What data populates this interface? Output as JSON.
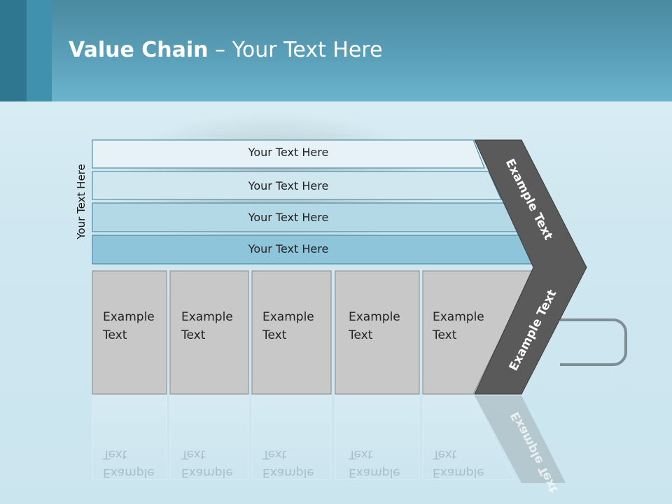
{
  "header": {
    "title_bold": "Value Chain",
    "title_rest": " – Your Text Here"
  },
  "side_label": "Your Text Here",
  "support_rows": [
    "Your Text Here",
    "Your Text Here",
    "Your Text Here",
    "Your Text Here"
  ],
  "primary_boxes": [
    {
      "line1": "Example",
      "line2": "Text"
    },
    {
      "line1": "Example",
      "line2": "Text"
    },
    {
      "line1": "Example",
      "line2": "Text"
    },
    {
      "line1": "Example",
      "line2": "Text"
    },
    {
      "line1": "Example",
      "line2": "Text"
    }
  ],
  "chevron": {
    "top_label": "Example Text",
    "bottom_label": "Example Text"
  },
  "colors": {
    "header": "#5a9fb8",
    "chevron": "#5a5a5a",
    "box": "#c8c8c8",
    "row1": "#e6f2f7",
    "row2": "#d0e7f0",
    "row3": "#b3d8e6",
    "row4": "#8ec5db"
  }
}
